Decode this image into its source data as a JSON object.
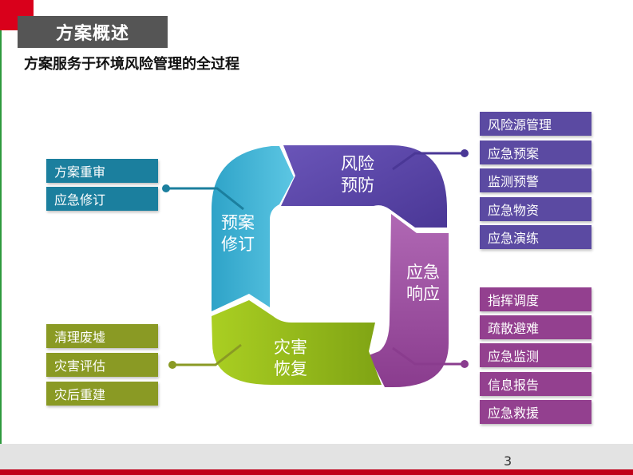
{
  "header": {
    "title": "方案概述",
    "subtitle": "方案服务于环境风险管理的全过程"
  },
  "cycle": {
    "segments": [
      {
        "line1": "风险",
        "line2": "预防",
        "color": "#5a45a6"
      },
      {
        "line1": "应急",
        "line2": "响应",
        "color": "#a056a6"
      },
      {
        "line1": "灾害",
        "line2": "恢复",
        "color": "#9fbf1d"
      },
      {
        "line1": "预案",
        "line2": "修订",
        "color": "#3cb4d6"
      }
    ]
  },
  "groups": {
    "revision": {
      "color": "#1b7f9e",
      "items": [
        "方案重审",
        "应急修订"
      ]
    },
    "recovery": {
      "color": "#8a9a24",
      "items": [
        "清理废墟",
        "灾害评估",
        "灾后重建"
      ]
    },
    "prevention": {
      "color": "#5b4aa2",
      "items": [
        "风险源管理",
        "应急预案",
        "监测预警",
        "应急物资",
        "应急演练"
      ]
    },
    "response": {
      "color": "#93408f",
      "items": [
        "指挥调度",
        "疏散避难",
        "应急监测",
        "信息报告",
        "应急救援"
      ]
    }
  },
  "footer": {
    "page_number": "3"
  }
}
